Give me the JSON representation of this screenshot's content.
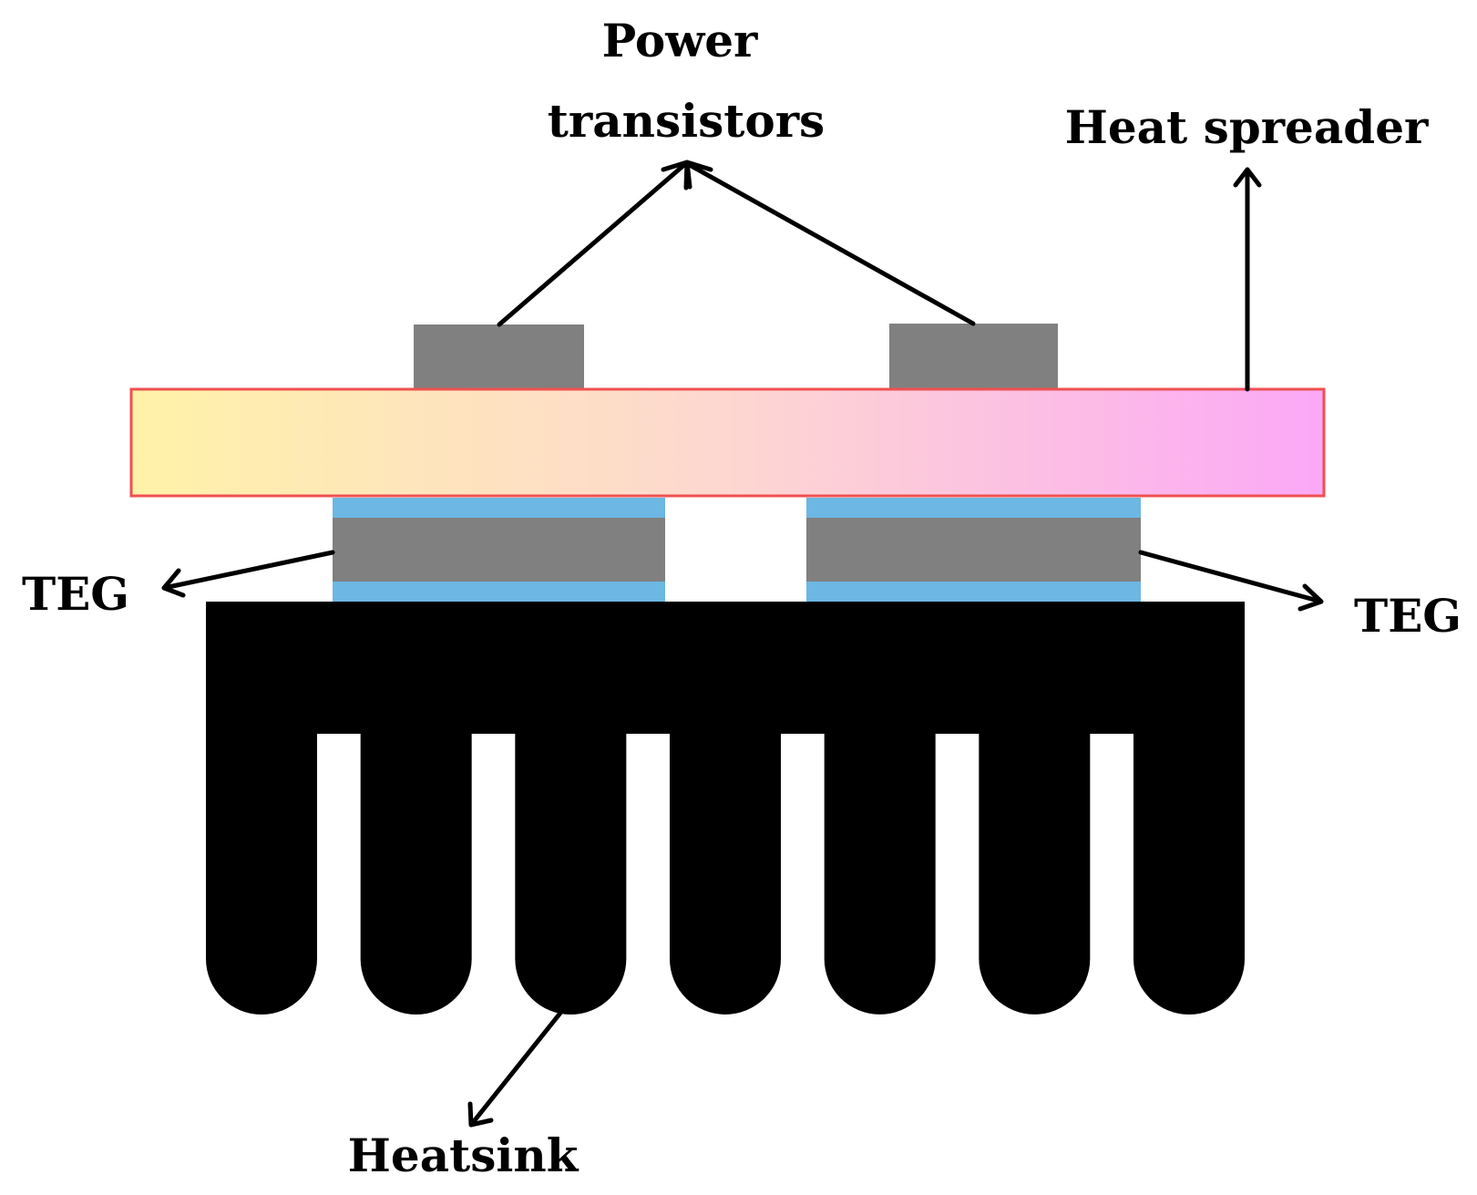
{
  "labels": {
    "power_transistors_line1": "Power",
    "power_transistors_line2": "transistors",
    "heat_spreader": "Heat spreader",
    "teg_left": "TEG",
    "teg_right": "TEG",
    "heatsink": "Heatsink"
  },
  "colors": {
    "transistor": "#808080",
    "teg_body": "#808080",
    "teg_plate": "#6cb7e3",
    "spreader_gradient_start": "#fff2a8",
    "spreader_gradient_end": "#fba8f6",
    "spreader_border": "#ef5050",
    "heatsink": "#000000",
    "arrow": "#000000"
  },
  "heatsink_fin_count": 7
}
